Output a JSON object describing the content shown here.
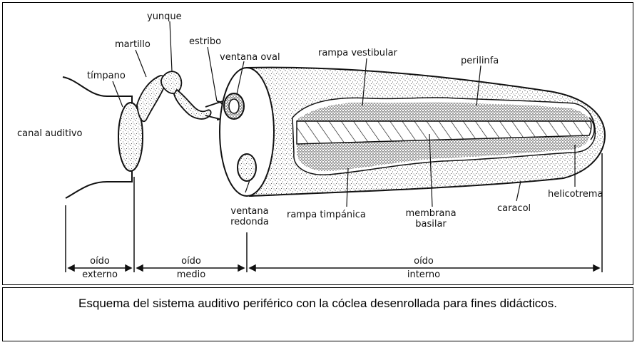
{
  "labels": {
    "yunque": "yunque",
    "martillo": "martillo",
    "estribo": "estribo",
    "ventana_oval": "ventana oval",
    "rampa_vestibular": "rampa vestibular",
    "perilinfa": "perilinfa",
    "timpano": "tímpano",
    "canal_auditivo": "canal auditivo",
    "ventana_redonda_1": "ventana",
    "ventana_redonda_2": "redonda",
    "rampa_timpanica": "rampa timpánica",
    "membrana_basilar_1": "membrana",
    "membrana_basilar_2": "basilar",
    "caracol": "caracol",
    "helicotrema": "helicotrema",
    "oido_externo_1": "oído",
    "oido_externo_2": "externo",
    "oido_medio_1": "oído",
    "oido_medio_2": "medio",
    "oido_interno_1": "oído",
    "oido_interno_2": "interno"
  },
  "caption": "Esquema del sistema auditivo periférico con la cóclea desenrollada para fines didácticos."
}
